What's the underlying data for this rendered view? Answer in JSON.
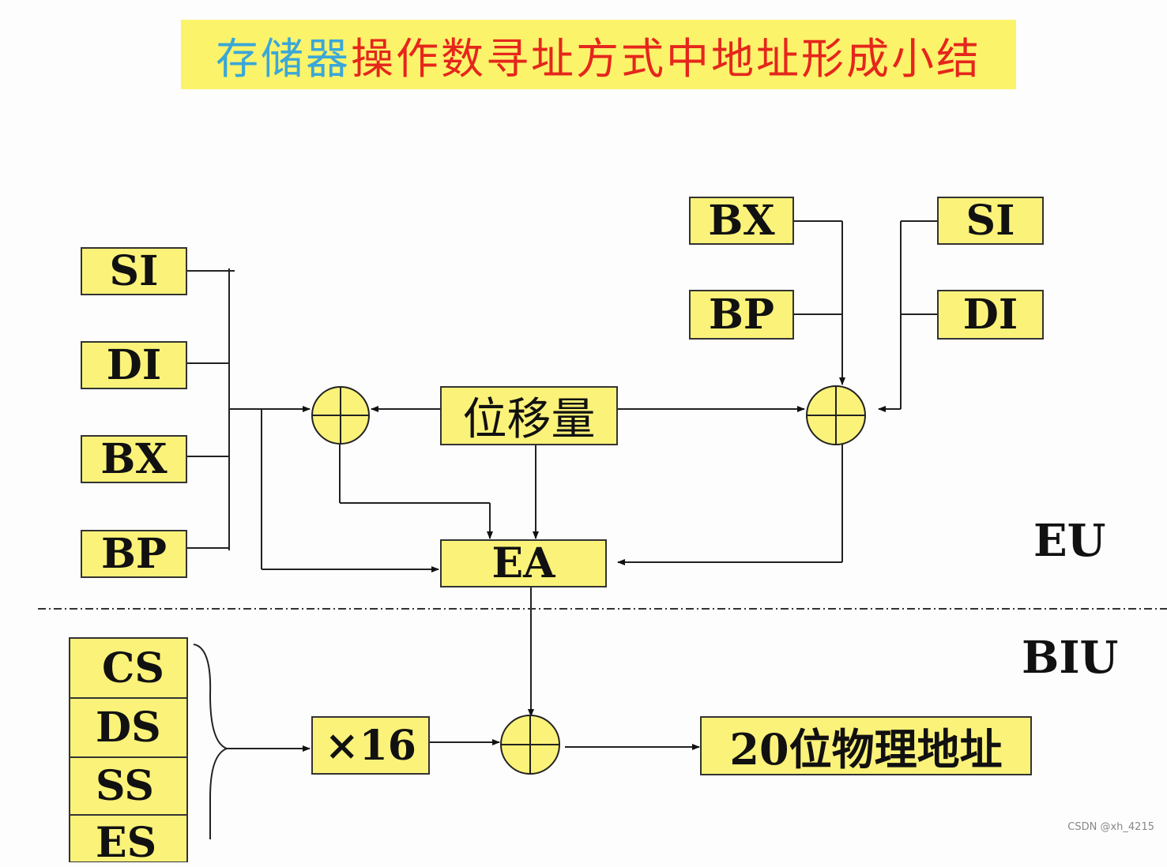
{
  "title": {
    "blue": "存储器",
    "red": "操作数寻址方式中地址形成小结"
  },
  "left_registers": [
    "SI",
    "DI",
    "BX",
    "BP"
  ],
  "right_base_registers": [
    "BX",
    "BP"
  ],
  "right_index_registers": [
    "SI",
    "DI"
  ],
  "displacement": "位移量",
  "effective_address": "EA",
  "eu_label": "EU",
  "biu_label": "BIU",
  "segment_registers": [
    "CS",
    "DS",
    "SS",
    "ES"
  ],
  "multiply": "×16",
  "physical_address": "20位物理地址",
  "watermark": "CSDN @xh_4215",
  "colors": {
    "box_fill": "#fbf27a",
    "title_bg": "#fbf36a",
    "title_blue": "#3aa7d8",
    "title_red": "#e5261c"
  }
}
